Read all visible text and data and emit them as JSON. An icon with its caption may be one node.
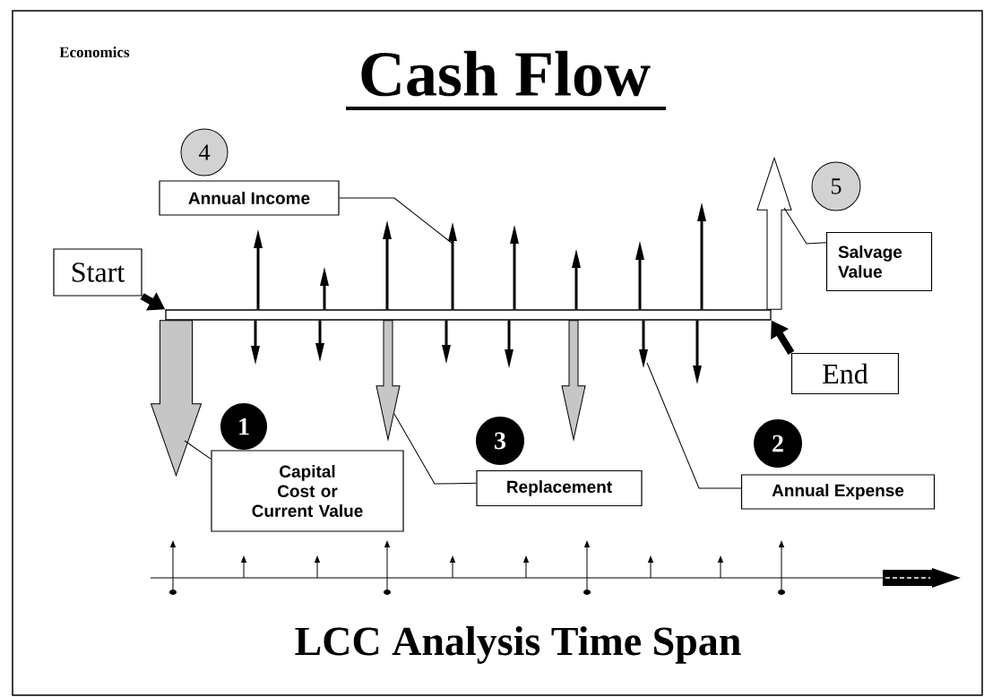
{
  "diagram": {
    "title": "Cash Flow",
    "caption": "LCC Analysis Time Span",
    "nodes": [
      {
        "text": [
          "4"
        ]
      },
      {
        "text": [
          "Annual Income"
        ]
      },
      {
        "text": [
          "5"
        ]
      },
      {
        "text": [
          "Start"
        ]
      },
      {
        "text": [
          "Salvage Value"
        ]
      },
      {
        "text": [],
        "shape": "bar"
      },
      {
        "text": [
          "End"
        ]
      },
      {
        "text": [
          "1"
        ]
      },
      {
        "text": [
          "3"
        ]
      },
      {
        "text": [
          "2"
        ]
      },
      {
        "text": [
          "Capital Cost or Current Value"
        ]
      },
      {
        "text": [
          "Replacement"
        ]
      },
      {
        "text": [
          "Annual Expense"
        ]
      }
    ],
    "edges": [
      {
        "from": 3,
        "to": 5,
        "arrow": "to",
        "style": "thick"
      },
      {
        "from": 6,
        "to": 5,
        "arrow": "to",
        "style": "thick"
      },
      {
        "from": 5,
        "to": null,
        "arrow": "to"
      },
      {
        "from": 5,
        "to": null,
        "arrow": "to"
      },
      {
        "from": 5,
        "to": null,
        "arrow": "to"
      },
      {
        "from": 5,
        "to": null,
        "arrow": "to"
      },
      {
        "from": 5,
        "to": null,
        "arrow": "to"
      },
      {
        "from": 5,
        "to": null,
        "arrow": "to"
      },
      {
        "from": 5,
        "to": null,
        "arrow": "to"
      },
      {
        "from": 5,
        "to": null,
        "arrow": "to"
      },
      {
        "from": 5,
        "to": null,
        "arrow": "to"
      },
      {
        "from": 5,
        "to": null,
        "arrow": "to"
      },
      {
        "from": 5,
        "to": null,
        "arrow": "to"
      },
      {
        "from": 5,
        "to": null,
        "arrow": "to"
      },
      {
        "from": 5,
        "to": null,
        "arrow": "to"
      },
      {
        "from": 5,
        "to": null,
        "arrow": "to"
      },
      {
        "from": 5,
        "to": null,
        "arrow": "to"
      },
      {
        "from": 5,
        "to": null,
        "arrow": "to"
      },
      {
        "from": 5,
        "to": null,
        "arrow": "to"
      },
      {
        "from": 5,
        "to": null,
        "arrow": "to"
      },
      {
        "from": 1,
        "to": null,
        "arrow": "none"
      },
      {
        "from": 4,
        "to": null,
        "arrow": "none"
      },
      {
        "from": 10,
        "to": null,
        "arrow": "none"
      },
      {
        "from": 11,
        "to": null,
        "arrow": "none"
      },
      {
        "from": 12,
        "to": null,
        "arrow": "none"
      }
    ],
    "labels": [
      "Economics"
    ]
  }
}
